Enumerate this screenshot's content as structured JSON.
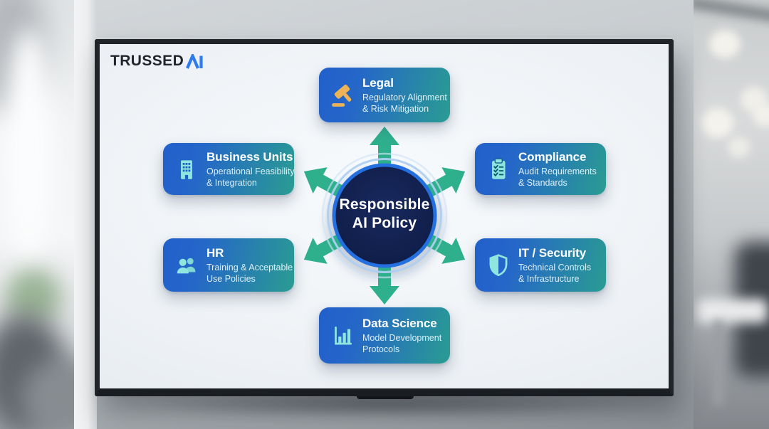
{
  "logo": {
    "brand": "TRUSSED",
    "brand_accent": "AI"
  },
  "hub": {
    "line1": "Responsible",
    "line2": "AI Policy"
  },
  "nodes": [
    {
      "id": "legal",
      "title": "Legal",
      "subtitle1": "Regulatory Alignment",
      "subtitle2": "& Risk Mitigation",
      "icon": "gavel-icon"
    },
    {
      "id": "business-units",
      "title": "Business Units",
      "subtitle1": "Operational Feasibility",
      "subtitle2": "& Integration",
      "icon": "building-icon"
    },
    {
      "id": "compliance",
      "title": "Compliance",
      "subtitle1": "Audit Requirements",
      "subtitle2": "& Standards",
      "icon": "clipboard-checklist-icon"
    },
    {
      "id": "hr",
      "title": "HR",
      "subtitle1": "Training & Acceptable",
      "subtitle2": "Use Policies",
      "icon": "people-icon"
    },
    {
      "id": "it-security",
      "title": "IT / Security",
      "subtitle1": "Technical Controls",
      "subtitle2": "& Infrastructure",
      "icon": "shield-icon"
    },
    {
      "id": "data-science",
      "title": "Data Science",
      "subtitle1": "Model Development",
      "subtitle2": "Protocols",
      "icon": "bar-chart-icon"
    }
  ],
  "colors": {
    "box_gradient_start": "#2160cb",
    "box_gradient_end": "#2a9c92",
    "icon_teal": "#8ee6df",
    "gavel_amber": "#ecb457",
    "hub_navy": "#101f4a",
    "ring_blue": "#2470e0",
    "halo_blue": "#aecff2",
    "arrow_dark": "#124f63",
    "arrow_light": "#2fb08d",
    "brand_blue": "#2e7cf0",
    "brand_dark": "#22262c"
  }
}
